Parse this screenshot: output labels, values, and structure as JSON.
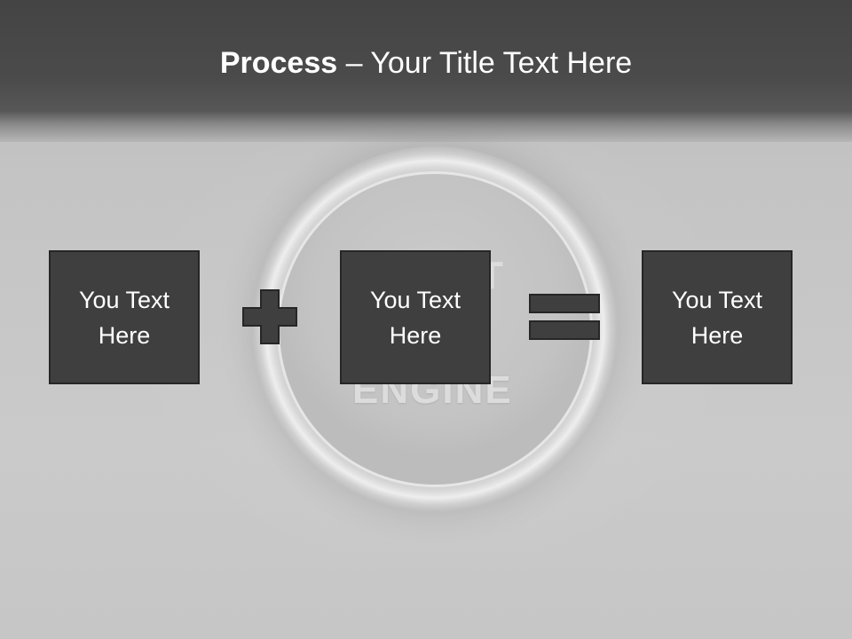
{
  "slide": {
    "title_bold": "Process",
    "title_rest": " – Your Title Text Here",
    "background_label": "ENGINE",
    "background_label_partial": "T"
  },
  "boxes": [
    {
      "text": "You Text Here"
    },
    {
      "text": "You Text Here"
    },
    {
      "text": "You Text Here"
    }
  ],
  "operators": {
    "plus_icon": "plus-icon",
    "equals_icon": "equals-icon"
  },
  "colors": {
    "header": "#444444",
    "box_fill": "#3f3f3f",
    "box_border": "#262626",
    "text": "#ffffff",
    "background": "#c9c9c9"
  }
}
